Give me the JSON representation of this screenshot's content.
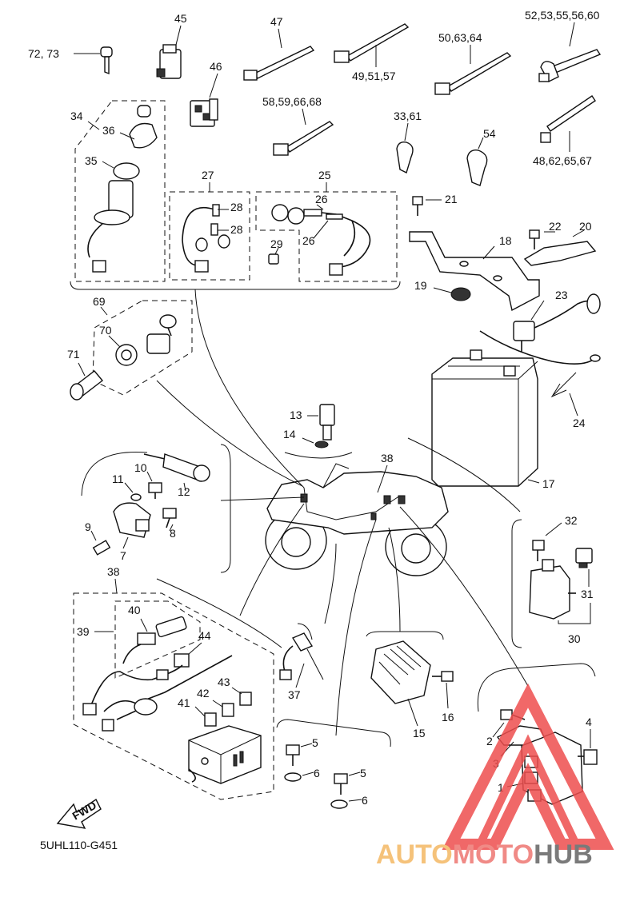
{
  "diagram_code": "5UHL110-G451",
  "fwd_label": "FWD",
  "watermark": {
    "part1": "AUTO",
    "part2": "MOTO",
    "part3": "HUB",
    "color1": "#f5c27a",
    "color2": "#f08a86",
    "color3": "#7a7a7a",
    "logo_color": "#ee4e4e"
  },
  "callouts": {
    "c45": "45",
    "c47": "47",
    "c4951": "49,51,57",
    "c505": "50,63,64",
    "c525": "52,53,55,56,60",
    "c7273": "72, 73",
    "c46": "46",
    "c5859": "58,59,66,68",
    "c3361": "33,61",
    "c54": "54",
    "c4862": "48,62,65,67",
    "c34": "34",
    "c36": "36",
    "c35": "35",
    "c27": "27",
    "c25": "25",
    "c26a": "26",
    "c26b": "26",
    "c28a": "28",
    "c28b": "28",
    "c29": "29",
    "c21": "21",
    "c22": "22",
    "c20": "20",
    "c18": "18",
    "c19": "19",
    "c23": "23",
    "c69": "69",
    "c70": "70",
    "c71": "71",
    "c13": "13",
    "c14": "14",
    "c38a": "38",
    "c24": "24",
    "c17": "17",
    "c10": "10",
    "c11": "11",
    "c12": "12",
    "c9": "9",
    "c8": "8",
    "c7": "7",
    "c32": "32",
    "c31": "31",
    "c30": "30",
    "c38b": "38",
    "c40": "40",
    "c39": "39",
    "c44": "44",
    "c43": "43",
    "c42": "42",
    "c41": "41",
    "c37": "37",
    "c16": "16",
    "c15": "15",
    "c5a": "5",
    "c6a": "6",
    "c5b": "5",
    "c6b": "6",
    "c2": "2",
    "c3": "3",
    "c1": "1",
    "c4": "4"
  }
}
